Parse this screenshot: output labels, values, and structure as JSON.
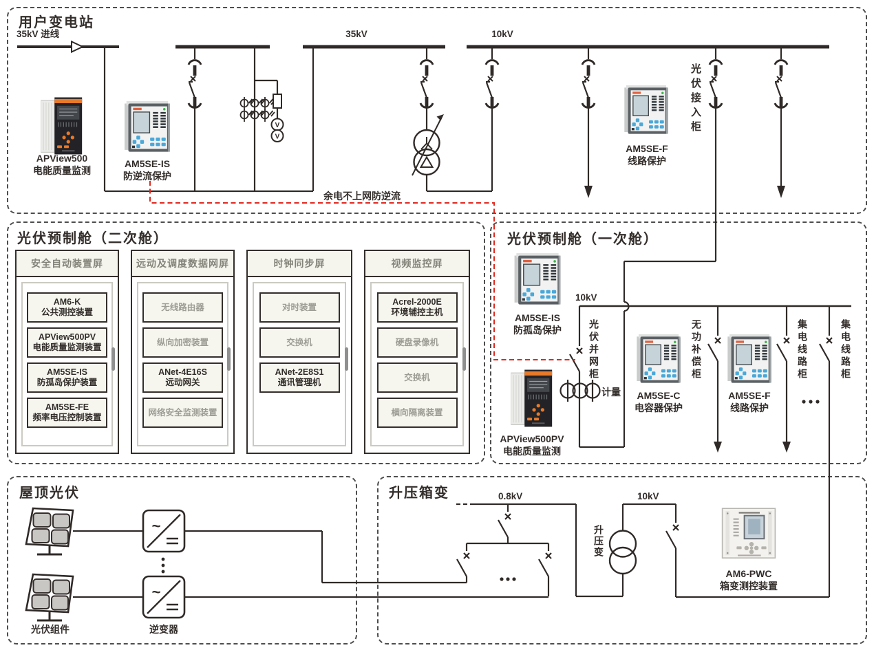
{
  "colors": {
    "line": "#2f2a27",
    "signal_red": "#e2261c",
    "section_border": "#4d4d4d",
    "panel_fill": "#f5f5ee",
    "muted_text": "#9d9d95",
    "dark_text": "#332e2b"
  },
  "substation": {
    "title": "用户变电站",
    "incoming_label": "35kV 进线",
    "bus35_label": "35kV",
    "bus10_label": "10kV",
    "pv_inlet_cabinet_label": "光伏接入柜",
    "anti_backflow_label": "余电不上网防逆流",
    "devices": {
      "apview500": {
        "model": "APView500",
        "desc": "电能质量监测"
      },
      "am5se_is": {
        "model": "AM5SE-IS",
        "desc": "防逆流保护"
      },
      "am5se_f": {
        "model": "AM5SE-F",
        "desc": "线路保护"
      }
    }
  },
  "secondary_cabin": {
    "title": "光伏预制舱（二次舱）",
    "panels": [
      {
        "header": "安全自动装置屏",
        "items": [
          {
            "line1": "AM6-K",
            "line2": "公共测控装置"
          },
          {
            "line1": "APView500PV",
            "line2": "电能质量监测装置"
          },
          {
            "line1": "AM5SE-IS",
            "line2": "防孤岛保护装置"
          },
          {
            "line1": "AM5SE-FE",
            "line2": "频率电压控制装置"
          }
        ]
      },
      {
        "header": "远动及调度数据网屏",
        "items": [
          {
            "line1": "无线路由器"
          },
          {
            "line1": "纵向加密装置"
          },
          {
            "line1": "ANet-4E16S",
            "line2": "远动网关"
          },
          {
            "line1": "网络安全监测装置"
          }
        ]
      },
      {
        "header": "时钟同步屏",
        "items": [
          {
            "line1": "对时装置"
          },
          {
            "line1": "交换机"
          },
          {
            "line1": "ANet-2E8S1",
            "line2": "通讯管理机"
          }
        ]
      },
      {
        "header": "视频监控屏",
        "items": [
          {
            "line1": "Acrel-2000E",
            "line2": "环境辅控主机"
          },
          {
            "line1": "硬盘录像机"
          },
          {
            "line1": "交换机"
          },
          {
            "line1": "横向隔离装置"
          }
        ]
      }
    ]
  },
  "primary_cabin": {
    "title": "光伏预制舱（一次舱）",
    "bus_label": "10kV",
    "grid_connect_cabinet_label": "光伏并网柜",
    "metering_label": "计量",
    "reactive_comp_cabinet_label": "无功补偿柜",
    "collector_cabinet1_label": "集电线路柜",
    "collector_cabinet2_label": "集电线路柜",
    "devices": {
      "am5se_is": {
        "model": "AM5SE-IS",
        "desc": "防孤岛保护"
      },
      "apview500pv": {
        "model": "APView500PV",
        "desc": "电能质量监测"
      },
      "am5se_c": {
        "model": "AM5SE-C",
        "desc": "电容器保护"
      },
      "am5se_f": {
        "model": "AM5SE-F",
        "desc": "线路保护"
      }
    }
  },
  "rooftop_pv": {
    "title": "屋顶光伏",
    "pv_module_label": "光伏组件",
    "inverter_label": "逆变器"
  },
  "step_up": {
    "title": "升压箱变",
    "lv_label": "0.8kV",
    "hv_label": "10kV",
    "transformer_label": "升压变",
    "device": {
      "model": "AM6-PWC",
      "desc": "箱变测控装置"
    }
  }
}
